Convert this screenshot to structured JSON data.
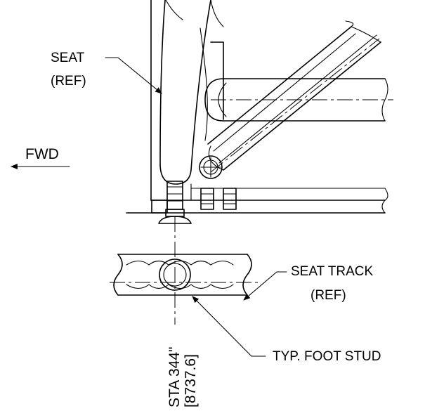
{
  "labels": {
    "seat_line1": "SEAT",
    "seat_line2": "(REF)",
    "fwd": "FWD",
    "seat_track_line1": "SEAT TRACK",
    "seat_track_line2": "(REF)",
    "foot_stud": "TYP. FOOT STUD",
    "station_line1": "STA 344\"",
    "station_line2": "[8737.6]"
  }
}
